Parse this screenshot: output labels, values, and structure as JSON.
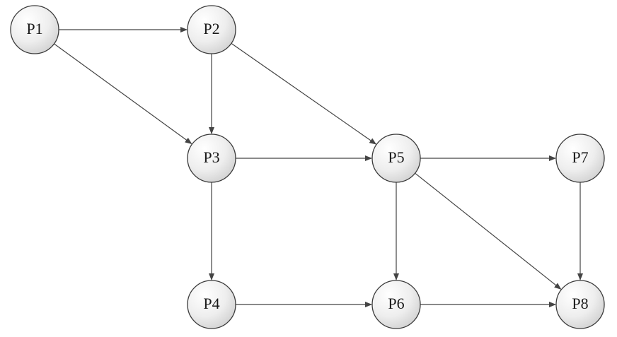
{
  "diagram": {
    "nodes": [
      {
        "id": "P1",
        "label": "P1"
      },
      {
        "id": "P2",
        "label": "P2"
      },
      {
        "id": "P3",
        "label": "P3"
      },
      {
        "id": "P4",
        "label": "P4"
      },
      {
        "id": "P5",
        "label": "P5"
      },
      {
        "id": "P6",
        "label": "P6"
      },
      {
        "id": "P7",
        "label": "P7"
      },
      {
        "id": "P8",
        "label": "P8"
      }
    ],
    "edges": [
      {
        "from": "P1",
        "to": "P2"
      },
      {
        "from": "P1",
        "to": "P3"
      },
      {
        "from": "P2",
        "to": "P3"
      },
      {
        "from": "P2",
        "to": "P5"
      },
      {
        "from": "P3",
        "to": "P5"
      },
      {
        "from": "P3",
        "to": "P4"
      },
      {
        "from": "P5",
        "to": "P7"
      },
      {
        "from": "P5",
        "to": "P6"
      },
      {
        "from": "P5",
        "to": "P8"
      },
      {
        "from": "P7",
        "to": "P8"
      },
      {
        "from": "P4",
        "to": "P6"
      },
      {
        "from": "P6",
        "to": "P8"
      }
    ]
  }
}
